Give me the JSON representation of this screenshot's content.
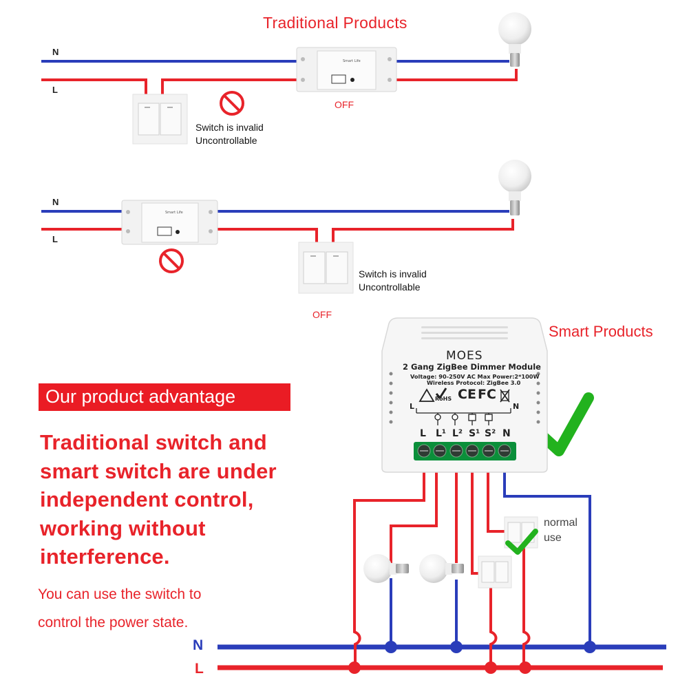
{
  "section_titles": {
    "traditional": "Traditional Products",
    "smart": "Smart Products"
  },
  "wiring": {
    "neutral_label": "N",
    "live_label": "L",
    "off_label": "OFF",
    "invalid_note": "Switch is invalid\nUncontrollable",
    "normal_use": "normal\nuse"
  },
  "module": {
    "brand": "MOES",
    "name": "2 Gang ZigBee Dimmer Module",
    "spec_line_1": "Voltage: 90-250V AC Max Power:2*100W",
    "spec_line_2": "Wireless Protocol: ZigBee 3.0",
    "certifications": [
      "RoHS",
      "CE",
      "FC"
    ],
    "terminals": [
      "L",
      "L¹",
      "L²",
      "S¹",
      "S²",
      "N"
    ],
    "relay_label": "Smart Life"
  },
  "advantage": {
    "heading": "Our product advantage",
    "body": "Traditional switch and\nsmart switch are under\nindependent control,\nworking without\ninterference.",
    "sub": "You can use the switch to\ncontrol the power state."
  },
  "colors": {
    "neutral_wire": "#2a3dba",
    "live_wire": "#e8232a",
    "accent_red": "#e8232a",
    "check_green": "#22b21e"
  },
  "icons": [
    "no-entry-icon",
    "checkmark-icon",
    "light-bulb-icon",
    "wall-switch-icon",
    "relay-module-icon"
  ]
}
